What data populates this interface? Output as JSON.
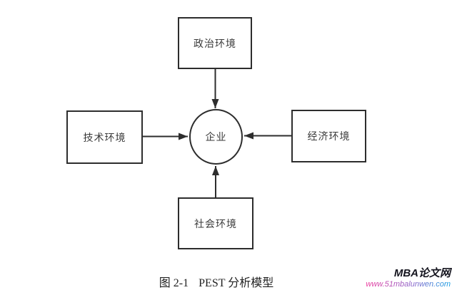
{
  "diagram": {
    "type": "pest-analysis",
    "center": {
      "label": "企业"
    },
    "nodes": {
      "political": {
        "label": "政治环境",
        "position": "top",
        "arrow_to": "center"
      },
      "technological": {
        "label": "技术环境",
        "position": "left",
        "arrow_to": "center"
      },
      "economic": {
        "label": "经济环境",
        "position": "right",
        "arrow_to": "center"
      },
      "social": {
        "label": "社会环境",
        "position": "bottom",
        "arrow_to": "center"
      }
    }
  },
  "caption": {
    "figure_label": "图 2-1",
    "title": "PEST 分析模型"
  },
  "watermark": {
    "site_name": "MBA论文网",
    "url": "www.51mbalunwen.com"
  },
  "colors": {
    "stroke": "#2d2d2d",
    "label_text": "#3a3a3a",
    "watermark_name": "#15151f",
    "url_gradient_start": "#ee3a9d",
    "url_gradient_end": "#15a0e4"
  }
}
